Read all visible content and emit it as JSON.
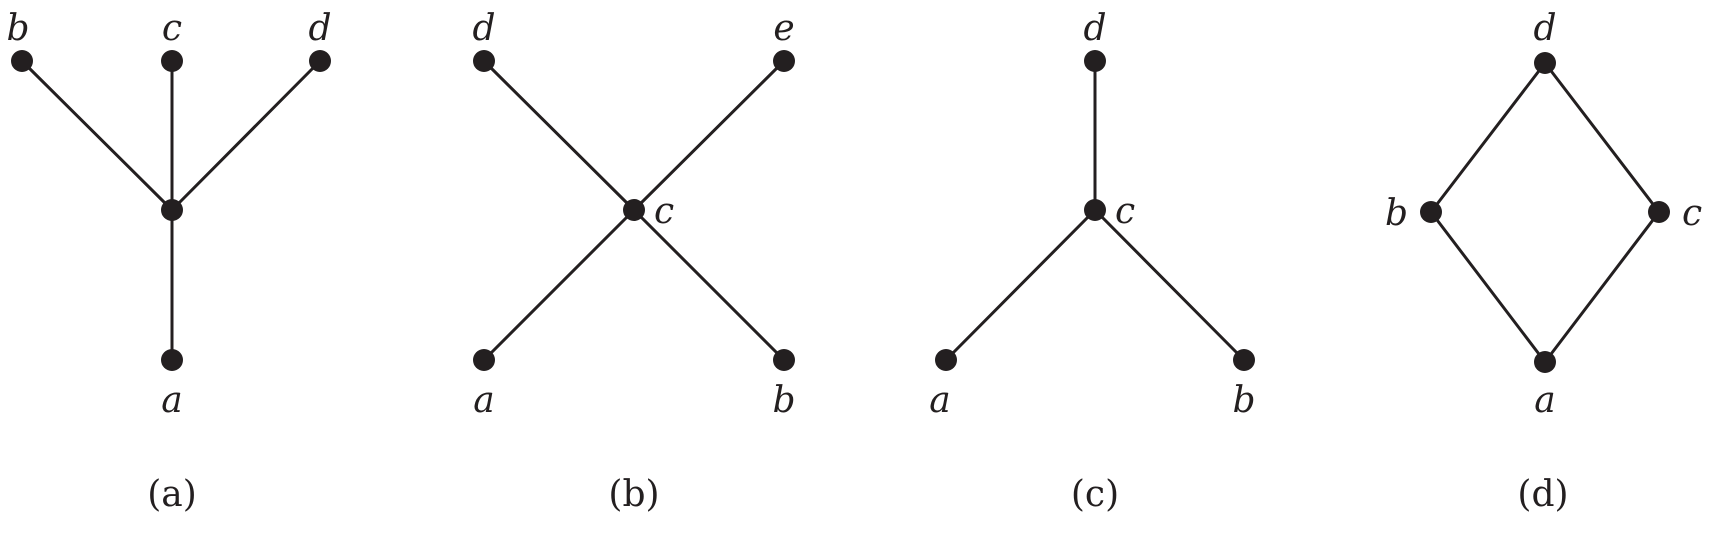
{
  "colors": {
    "ink": "#231f20",
    "background": "#ffffff"
  },
  "graphs": [
    {
      "caption": "(a)",
      "vertices": [
        {
          "id": "b",
          "label": "b"
        },
        {
          "id": "c",
          "label": "c"
        },
        {
          "id": "d",
          "label": "d"
        },
        {
          "id": "hub",
          "label": ""
        },
        {
          "id": "a",
          "label": "a"
        }
      ],
      "edges": [
        [
          "b",
          "hub"
        ],
        [
          "c",
          "hub"
        ],
        [
          "d",
          "hub"
        ],
        [
          "hub",
          "a"
        ]
      ]
    },
    {
      "caption": "(b)",
      "vertices": [
        {
          "id": "d",
          "label": "d"
        },
        {
          "id": "e",
          "label": "e"
        },
        {
          "id": "c",
          "label": "c"
        },
        {
          "id": "a",
          "label": "a"
        },
        {
          "id": "b",
          "label": "b"
        }
      ],
      "edges": [
        [
          "d",
          "c"
        ],
        [
          "e",
          "c"
        ],
        [
          "c",
          "a"
        ],
        [
          "c",
          "b"
        ]
      ]
    },
    {
      "caption": "(c)",
      "vertices": [
        {
          "id": "d",
          "label": "d"
        },
        {
          "id": "c",
          "label": "c"
        },
        {
          "id": "a",
          "label": "a"
        },
        {
          "id": "b",
          "label": "b"
        }
      ],
      "edges": [
        [
          "d",
          "c"
        ],
        [
          "c",
          "a"
        ],
        [
          "c",
          "b"
        ]
      ]
    },
    {
      "caption": "(d)",
      "vertices": [
        {
          "id": "d",
          "label": "d"
        },
        {
          "id": "b",
          "label": "b"
        },
        {
          "id": "c",
          "label": "c"
        },
        {
          "id": "a",
          "label": "a"
        }
      ],
      "edges": [
        [
          "d",
          "b"
        ],
        [
          "d",
          "c"
        ],
        [
          "b",
          "a"
        ],
        [
          "c",
          "a"
        ]
      ]
    }
  ]
}
